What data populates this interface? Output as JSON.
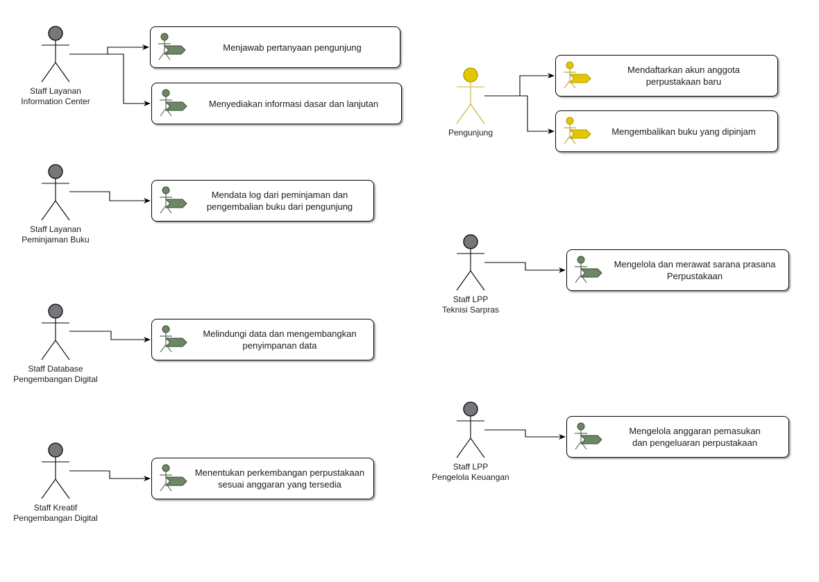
{
  "colors": {
    "actor_default": "#77767b",
    "actor_highlight": "#e3c800",
    "icon_default": "#6d8764",
    "icon_highlight": "#e3c800",
    "line": "#000000"
  },
  "actors": [
    {
      "id": "a1",
      "label_lines": [
        "Staff Layanan",
        "Information Center"
      ],
      "highlight": false
    },
    {
      "id": "a2",
      "label_lines": [
        "Staff Layanan",
        "Peminjaman Buku"
      ],
      "highlight": false
    },
    {
      "id": "a3",
      "label_lines": [
        "Staff Database",
        "Pengembangan Digital"
      ],
      "highlight": false
    },
    {
      "id": "a4",
      "label_lines": [
        "Staff Kreatif",
        "Pengembangan Digital"
      ],
      "highlight": false
    },
    {
      "id": "a5",
      "label_lines": [
        "Pengunjung"
      ],
      "highlight": true
    },
    {
      "id": "a6",
      "label_lines": [
        "Staff LPP",
        "Teknisi Sarpras"
      ],
      "highlight": false
    },
    {
      "id": "a7",
      "label_lines": [
        "Staff LPP",
        "Pengelola Keuangan"
      ],
      "highlight": false
    }
  ],
  "use_cases": [
    {
      "id": "u1",
      "actor": "a1",
      "text_lines": [
        "Menjawab pertanyaan pengunjung"
      ],
      "highlight": false
    },
    {
      "id": "u2",
      "actor": "a1",
      "text_lines": [
        "Menyediakan informasi dasar dan lanjutan"
      ],
      "highlight": false
    },
    {
      "id": "u3",
      "actor": "a2",
      "text_lines": [
        "Mendata log dari peminjaman dan",
        "pengembalian buku dari pengunjung"
      ],
      "highlight": false
    },
    {
      "id": "u4",
      "actor": "a3",
      "text_lines": [
        "Melindungi data dan mengembangkan",
        "penyimpanan data"
      ],
      "highlight": false
    },
    {
      "id": "u5",
      "actor": "a4",
      "text_lines": [
        "Menentukan perkembangan perpustakaan",
        "sesuai anggaran yang tersedia"
      ],
      "highlight": false
    },
    {
      "id": "u6",
      "actor": "a5",
      "text_lines": [
        "Mendaftarkan akun anggota",
        "perpustakaan baru"
      ],
      "highlight": true
    },
    {
      "id": "u7",
      "actor": "a5",
      "text_lines": [
        "Mengembalikan buku yang dipinjam"
      ],
      "highlight": true
    },
    {
      "id": "u8",
      "actor": "a6",
      "text_lines": [
        "Mengelola dan merawat sarana prasana",
        "Perpustakaan"
      ],
      "highlight": false
    },
    {
      "id": "u9",
      "actor": "a7",
      "text_lines": [
        "Mengelola anggaran pemasukan",
        "dan pengeluaran perpustakaan"
      ],
      "highlight": false
    }
  ]
}
